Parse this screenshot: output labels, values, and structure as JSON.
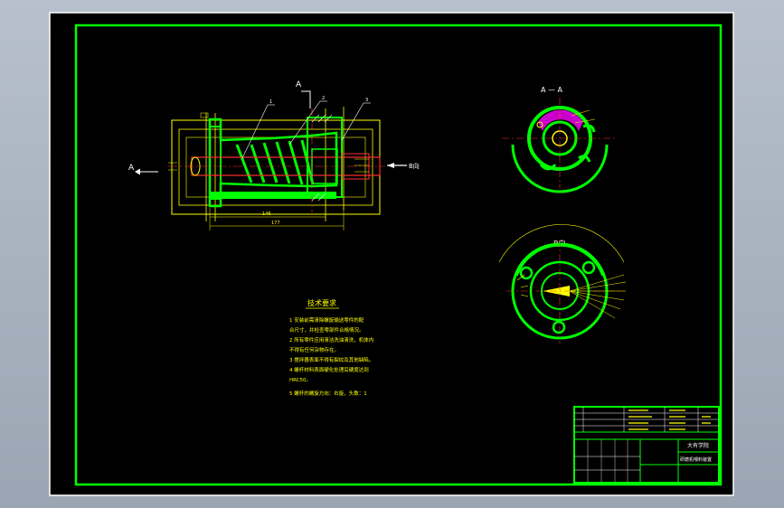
{
  "sheet": {
    "section_label_top": "A",
    "section_label_left": "A",
    "b_arrow_label": "B向",
    "section_view_label": "A — A",
    "b_view_label": "B向"
  },
  "dims": {
    "overall_length": "177",
    "inner_length": "146"
  },
  "part_numbers": [
    "1",
    "2",
    "3"
  ],
  "tech": {
    "title": "技术要求",
    "lines": [
      "1  安装前需清除螺旋输送零件的配",
      "合尺寸，并检查零部件合格情况。",
      "2  所有零件应用清洁洗油清洗，机体内",
      "不得有任何杂物存在。",
      "3  搅拌器表面不得有裂纹及其他缺陷。",
      "4  螺杆材料表面硬化处理后硬度达到",
      "HRC50。",
      "5  螺杆的螺旋方向：右旋，头数：1"
    ]
  },
  "title_block": {
    "school": "大有学院",
    "drawing_name": "研磨机喂料装置"
  }
}
